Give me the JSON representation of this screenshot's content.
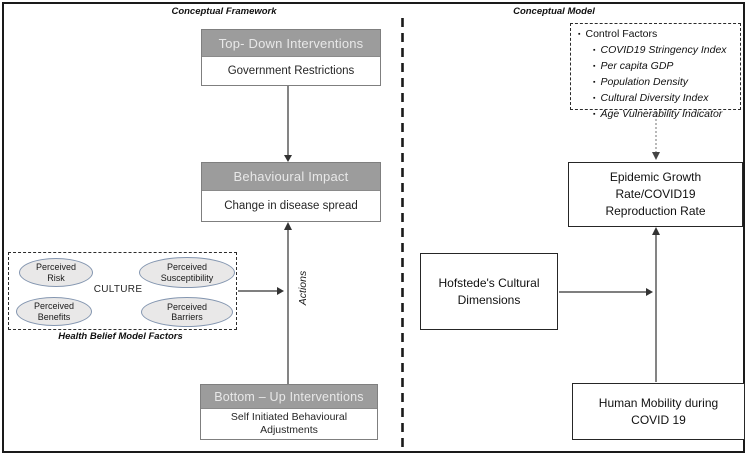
{
  "titles": {
    "framework": "Conceptual Framework",
    "model": "Conceptual Model"
  },
  "framework": {
    "top_down": {
      "header": "Top- Down Interventions",
      "body": "Government Restrictions"
    },
    "behavioural": {
      "header": "Behavioural Impact",
      "body": "Change in disease spread"
    },
    "bottom_up": {
      "header": "Bottom – Up Interventions",
      "body": "Self Initiated Behavioural Adjustments"
    },
    "hbm": {
      "label": "Health Belief Model Factors",
      "center": "CULTURE",
      "ellipses": [
        "Perceived Risk",
        "Perceived Susceptibility",
        "Perceived Benefits",
        "Perceived Barriers"
      ]
    },
    "actions": "Actions"
  },
  "model": {
    "control": {
      "bullet": "▪",
      "title": "Control Factors",
      "items": [
        "COVID19 Stringency Index",
        "Per capita GDP",
        "Population Density",
        "Cultural Diversity Index",
        "Age Vulnerability Indicator"
      ]
    },
    "epidemic": "Epidemic Growth Rate/COVID19 Reproduction Rate",
    "hofstede": "Hofstede's Cultural Dimensions",
    "mobility": "Human Mobility during COVID 19"
  },
  "colors": {
    "header_fill": "#9c9c9c",
    "header_text": "#e8e8e8",
    "ellipse_fill": "#e9e8e8",
    "ellipse_stroke": "#8496b0",
    "line": "#333333"
  }
}
